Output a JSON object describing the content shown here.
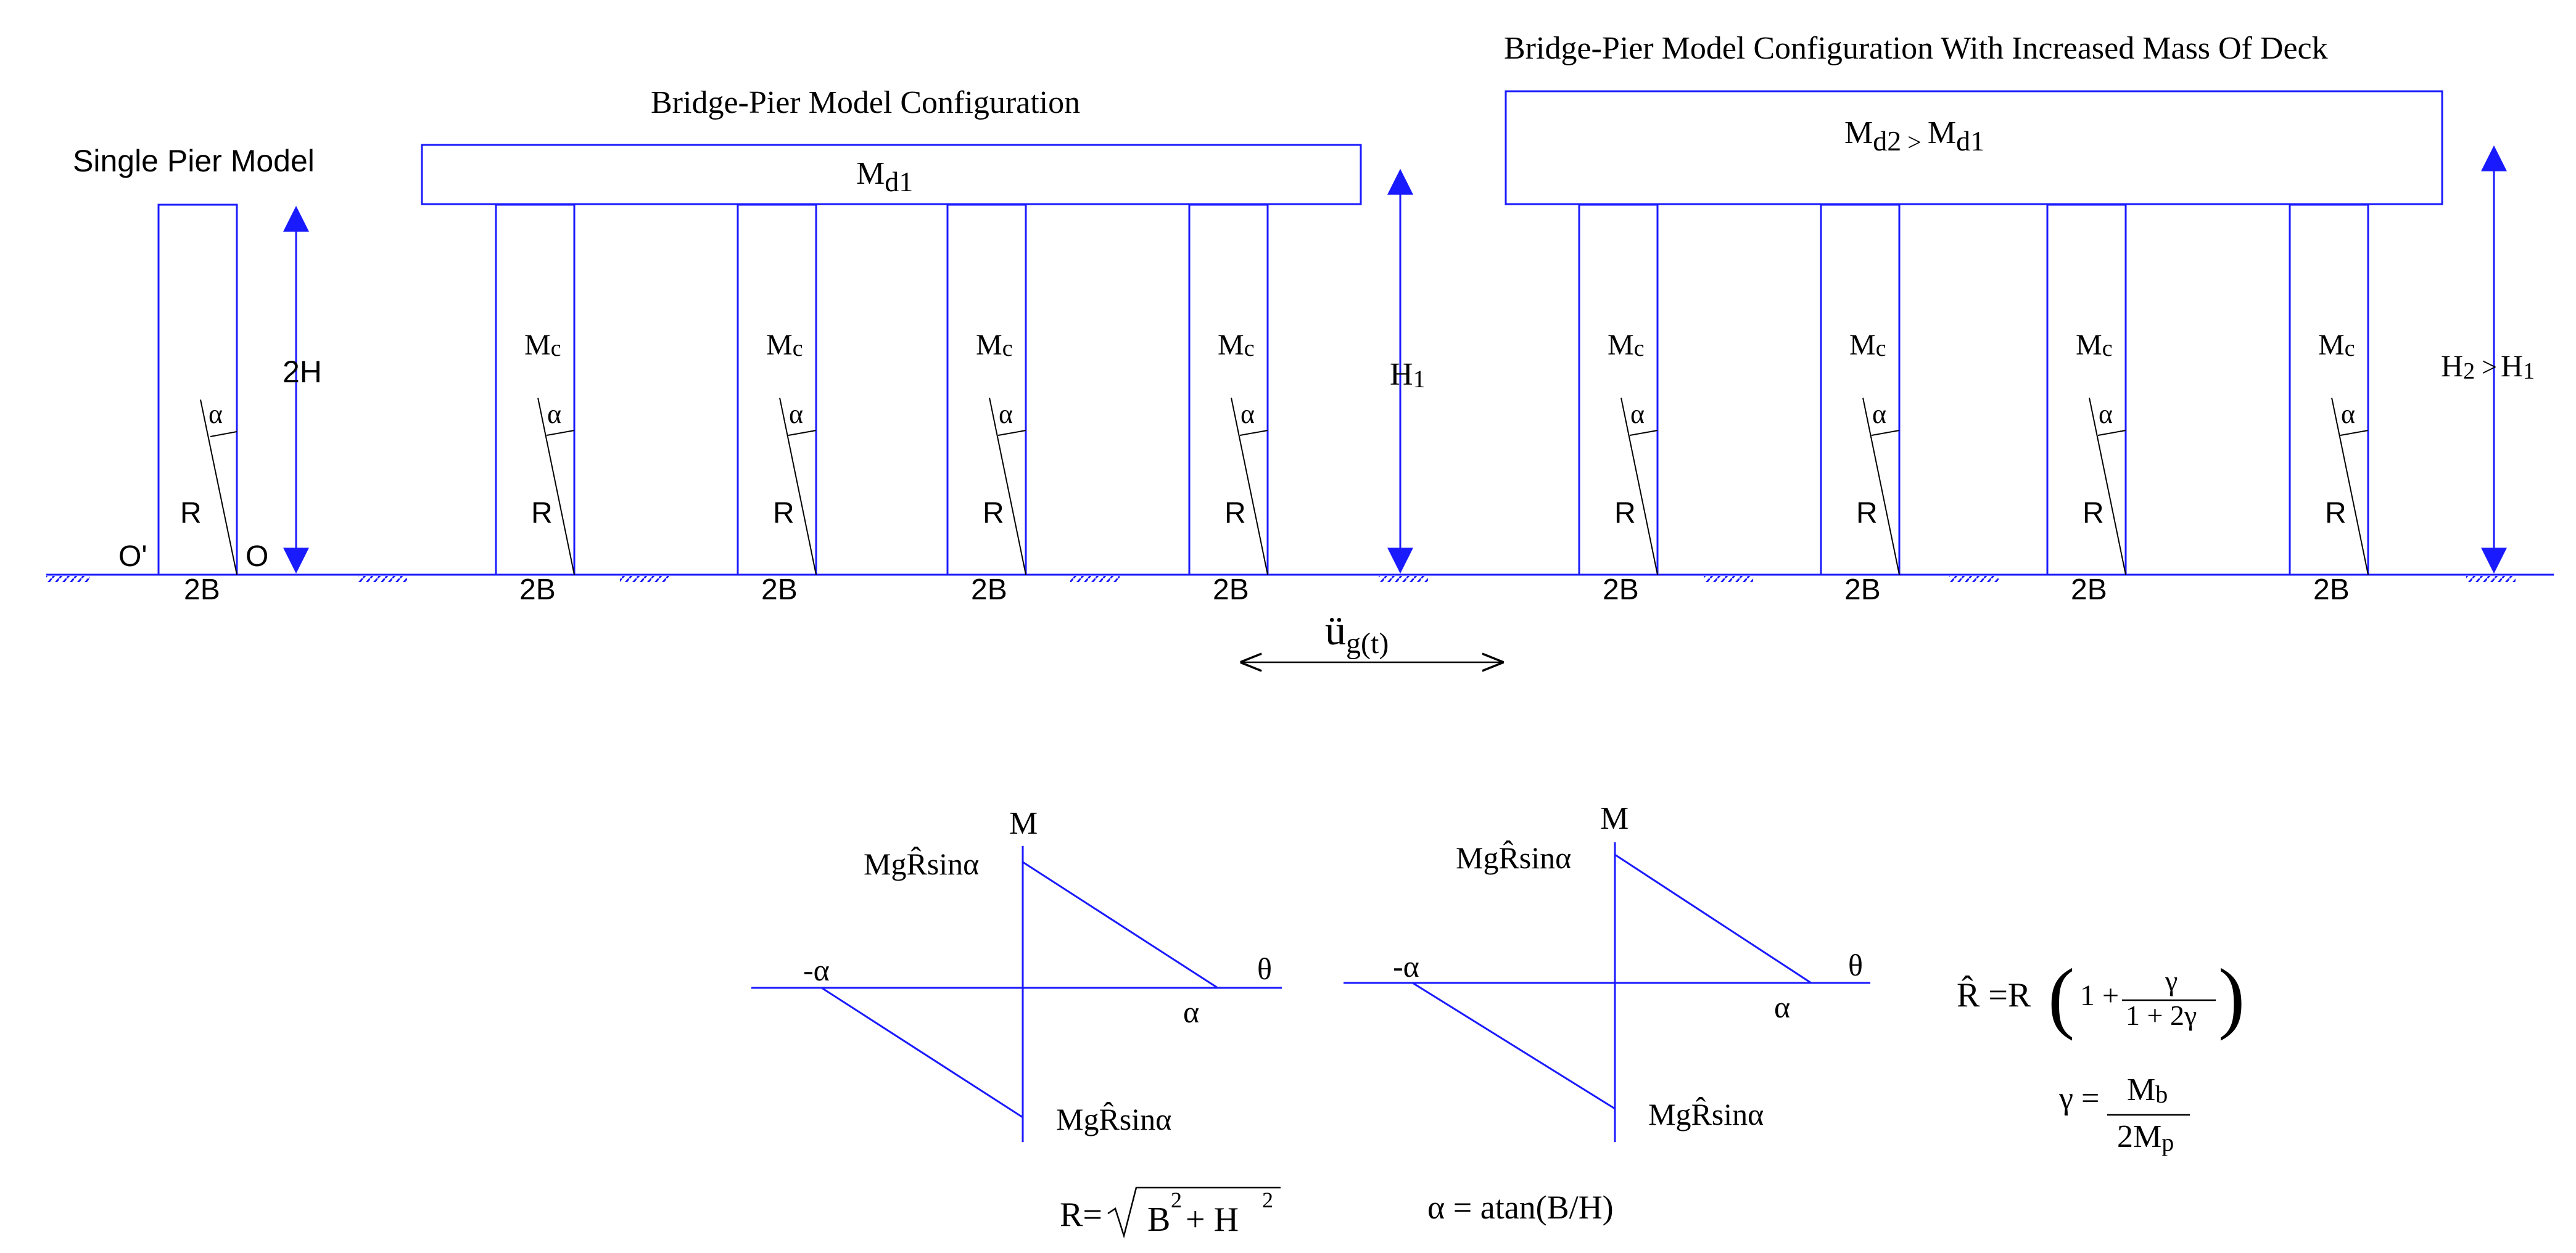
{
  "titles": {
    "single": "Single Pier Model",
    "bridge": "Bridge-Pier Model Configuration",
    "increased": "Bridge-Pier Model Configuration With Increased Mass Of Deck"
  },
  "single_pier": {
    "height_label": "2H",
    "width_label": "2B",
    "radius_label": "R",
    "angle_label": "α",
    "left_corner": "O'",
    "right_corner": "O"
  },
  "bridge1": {
    "deck_mass": "M",
    "deck_mass_sub": "d1",
    "column_mass": "M",
    "column_mass_sub": "c",
    "height_label": "H",
    "height_sub": "1",
    "width_label": "2B",
    "radius_label": "R",
    "angle_label": "α"
  },
  "bridge2": {
    "deck_mass_text": "M",
    "deck_mass_sub1": "d2",
    "deck_mass_gt": " > ",
    "deck_mass_sub2": "d1",
    "column_mass": "M",
    "column_mass_sub": "c",
    "height_label_1": "H",
    "height_sub_1": "2",
    "height_gt": " >",
    "height_label_2": "H",
    "height_sub_2": "1",
    "width_label": "2B",
    "radius_label": "R",
    "angle_label": "α"
  },
  "ground_motion": {
    "symbol": "ü",
    "sub": "g(t)"
  },
  "plot1": {
    "y_label": "M",
    "x_label": "θ",
    "neg_alpha": "-α",
    "pos_alpha": "α",
    "top_value": "MgR̂sinα",
    "bottom_value": "MgR̂sinα"
  },
  "plot2": {
    "y_label": "M",
    "x_label": "θ",
    "neg_alpha": "-α",
    "pos_alpha": "α",
    "top_value": "MgR̂sinα",
    "bottom_value": "MgR̂sinα"
  },
  "formulas": {
    "r_lhs": "R=",
    "r_b": "B",
    "r_exp": "2",
    "r_plus": "+ H",
    "alpha_eq": "α = atan(B/H)",
    "rhat_lhs": "R̂ =R",
    "rhat_one": "1 +",
    "rhat_num": "γ",
    "rhat_den": "1 + 2γ",
    "gamma_lhs": "γ =",
    "gamma_num": "M",
    "gamma_num_sub": "b",
    "gamma_den": "2M",
    "gamma_den_sub": "p"
  },
  "colors": {
    "structure": "#1a1aff",
    "text": "#000000"
  }
}
